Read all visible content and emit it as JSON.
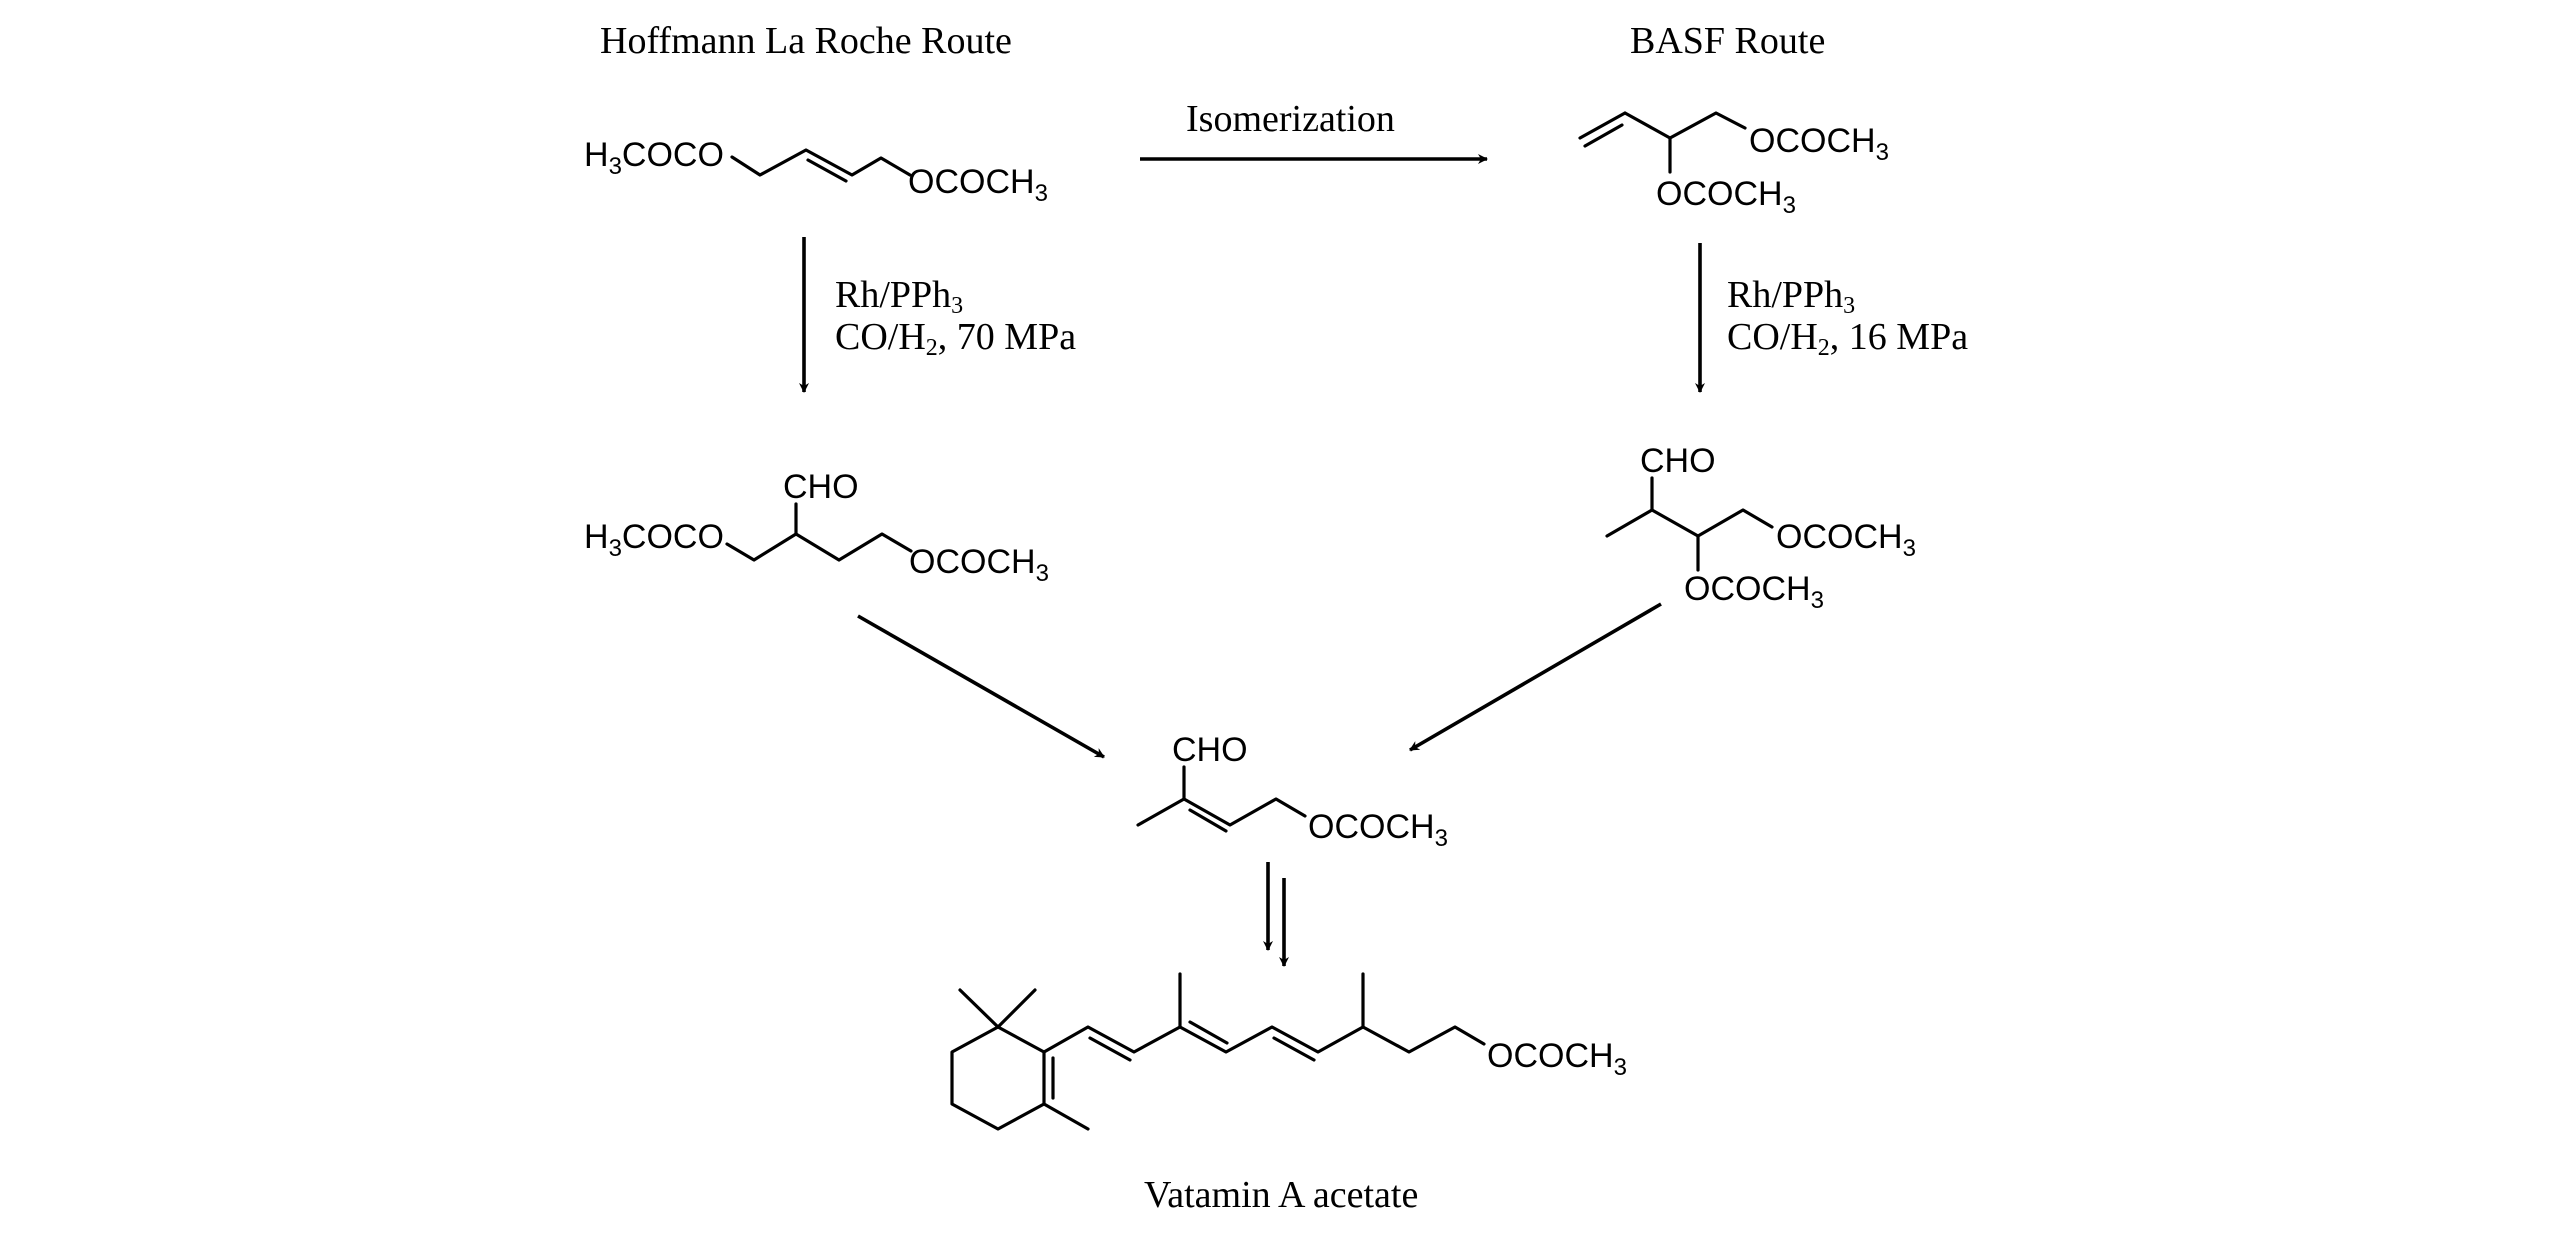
{
  "titles": {
    "left_route": "Hoffmann La Roche Route",
    "right_route": "BASF Route",
    "product_caption": "Vatamin A acetate"
  },
  "arrows": {
    "isomerization_label": "Isomerization"
  },
  "conditions": {
    "roche": {
      "catalyst_main": "Rh/PPh",
      "catalyst_sub": "3",
      "gas_main": "CO/H",
      "gas_sub": "2",
      "gas_rest": ", 70 MPa"
    },
    "basf": {
      "catalyst_main": "Rh/PPh",
      "catalyst_sub": "3",
      "gas_main": "CO/H",
      "gas_sub": "2",
      "gas_rest": ", 16 MPa"
    }
  },
  "groups": {
    "h3": "H",
    "h3_sub": "3",
    "coco": "COCO",
    "ococh": "OCOCH",
    "ch3_sub": "3",
    "cho": "CHO"
  },
  "colors": {
    "ink": "#000000",
    "background": "#ffffff"
  }
}
